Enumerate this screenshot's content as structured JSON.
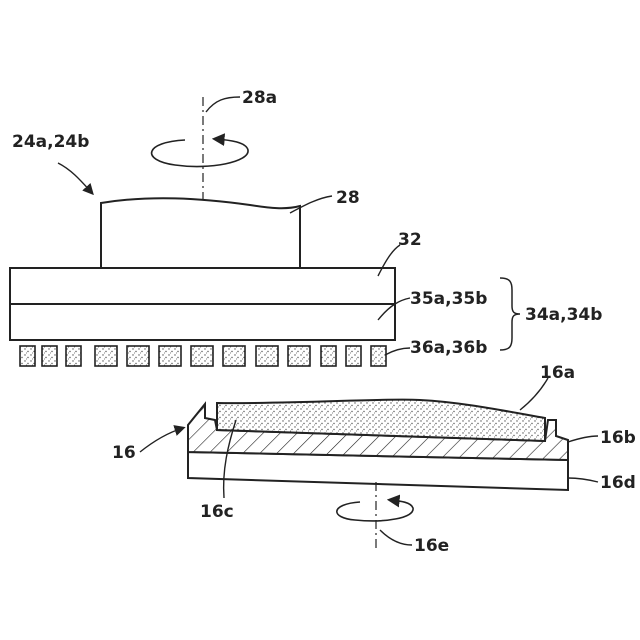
{
  "labels": {
    "axis_top": "28a",
    "head_group": "24a,24b",
    "spindle": "28",
    "plate": "32",
    "layer_mid": "35a,35b",
    "brace_group": "34a,34b",
    "teeth": "36a,36b",
    "workpiece_top": "16a",
    "workpiece": "16",
    "workpiece_rim": "16b",
    "workpiece_inner": "16c",
    "workpiece_base": "16d",
    "axis_bottom": "16e"
  },
  "colors": {
    "line": "#222222",
    "paper": "#ffffff",
    "stipple": "#555555"
  }
}
